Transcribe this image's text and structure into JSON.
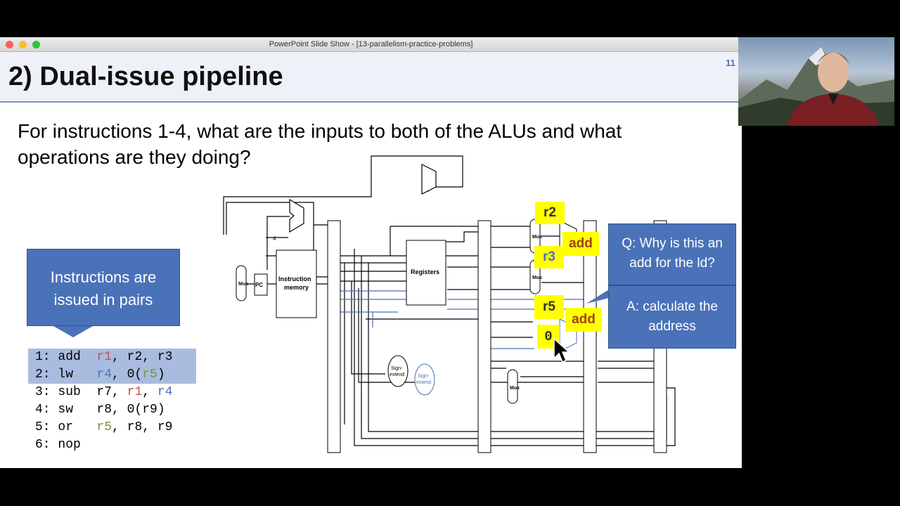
{
  "window": {
    "title": "PowerPoint Slide Show - [13-parallelism-practice-problems]"
  },
  "slide": {
    "title": "2) Dual-issue pipeline",
    "number": "11",
    "question_line1": "For instructions 1-4, what are the inputs to both of the ALUs and what",
    "question_line2": "operations are they doing?"
  },
  "callout": {
    "line1": "Instructions are",
    "line2": "issued in pairs"
  },
  "code": [
    {
      "num": "1:",
      "op": "add",
      "a1": "r1",
      "s1": ", ",
      "a2": "r2",
      "s2": ", ",
      "a3": "r3",
      "s3": "",
      "highlight": true
    },
    {
      "num": "2:",
      "op": "lw",
      "a1": "r4",
      "s1": ", 0(",
      "a2": "r5",
      "s2": ")",
      "a3": "",
      "s3": "",
      "highlight": true
    },
    {
      "num": "3:",
      "op": "sub",
      "a1": "r7",
      "s1": ", ",
      "a2": "r1",
      "s2": ", ",
      "a3": "r4",
      "s3": "",
      "highlight": false
    },
    {
      "num": "4:",
      "op": "sw",
      "a1": "r8",
      "s1": ", 0(",
      "a2": "r9",
      "s2": ")",
      "a3": "",
      "s3": "",
      "highlight": false
    },
    {
      "num": "5:",
      "op": "or",
      "a1": "r5",
      "s1": ", ",
      "a2": "r8",
      "s2": ", ",
      "a3": "r9",
      "s3": "",
      "highlight": false
    },
    {
      "num": "6:",
      "op": "nop",
      "a1": "",
      "s1": "",
      "a2": "",
      "s2": "",
      "a3": "",
      "s3": "",
      "highlight": false
    }
  ],
  "diagram": {
    "mux": "Mux",
    "pc": "PC",
    "four": "4",
    "instruction_memory_line1": "Instruction",
    "instruction_memory_line2": "memory",
    "registers": "Registers",
    "sign_extend_line1": "Sign-",
    "sign_extend_line2": "extend"
  },
  "annotations": {
    "r2": "r2",
    "r3": "r3",
    "r5": "r5",
    "zero": "0",
    "add1": "add",
    "add2": "add"
  },
  "qa": {
    "question_line1": "Q: Why is this an",
    "question_line2": "add for the ld?",
    "answer_line1": "A: calculate the",
    "answer_line2": "address"
  },
  "colors": {
    "accent": "#4a72b8",
    "highlight": "#ffff00",
    "code_highlight": "#a9bce0"
  }
}
